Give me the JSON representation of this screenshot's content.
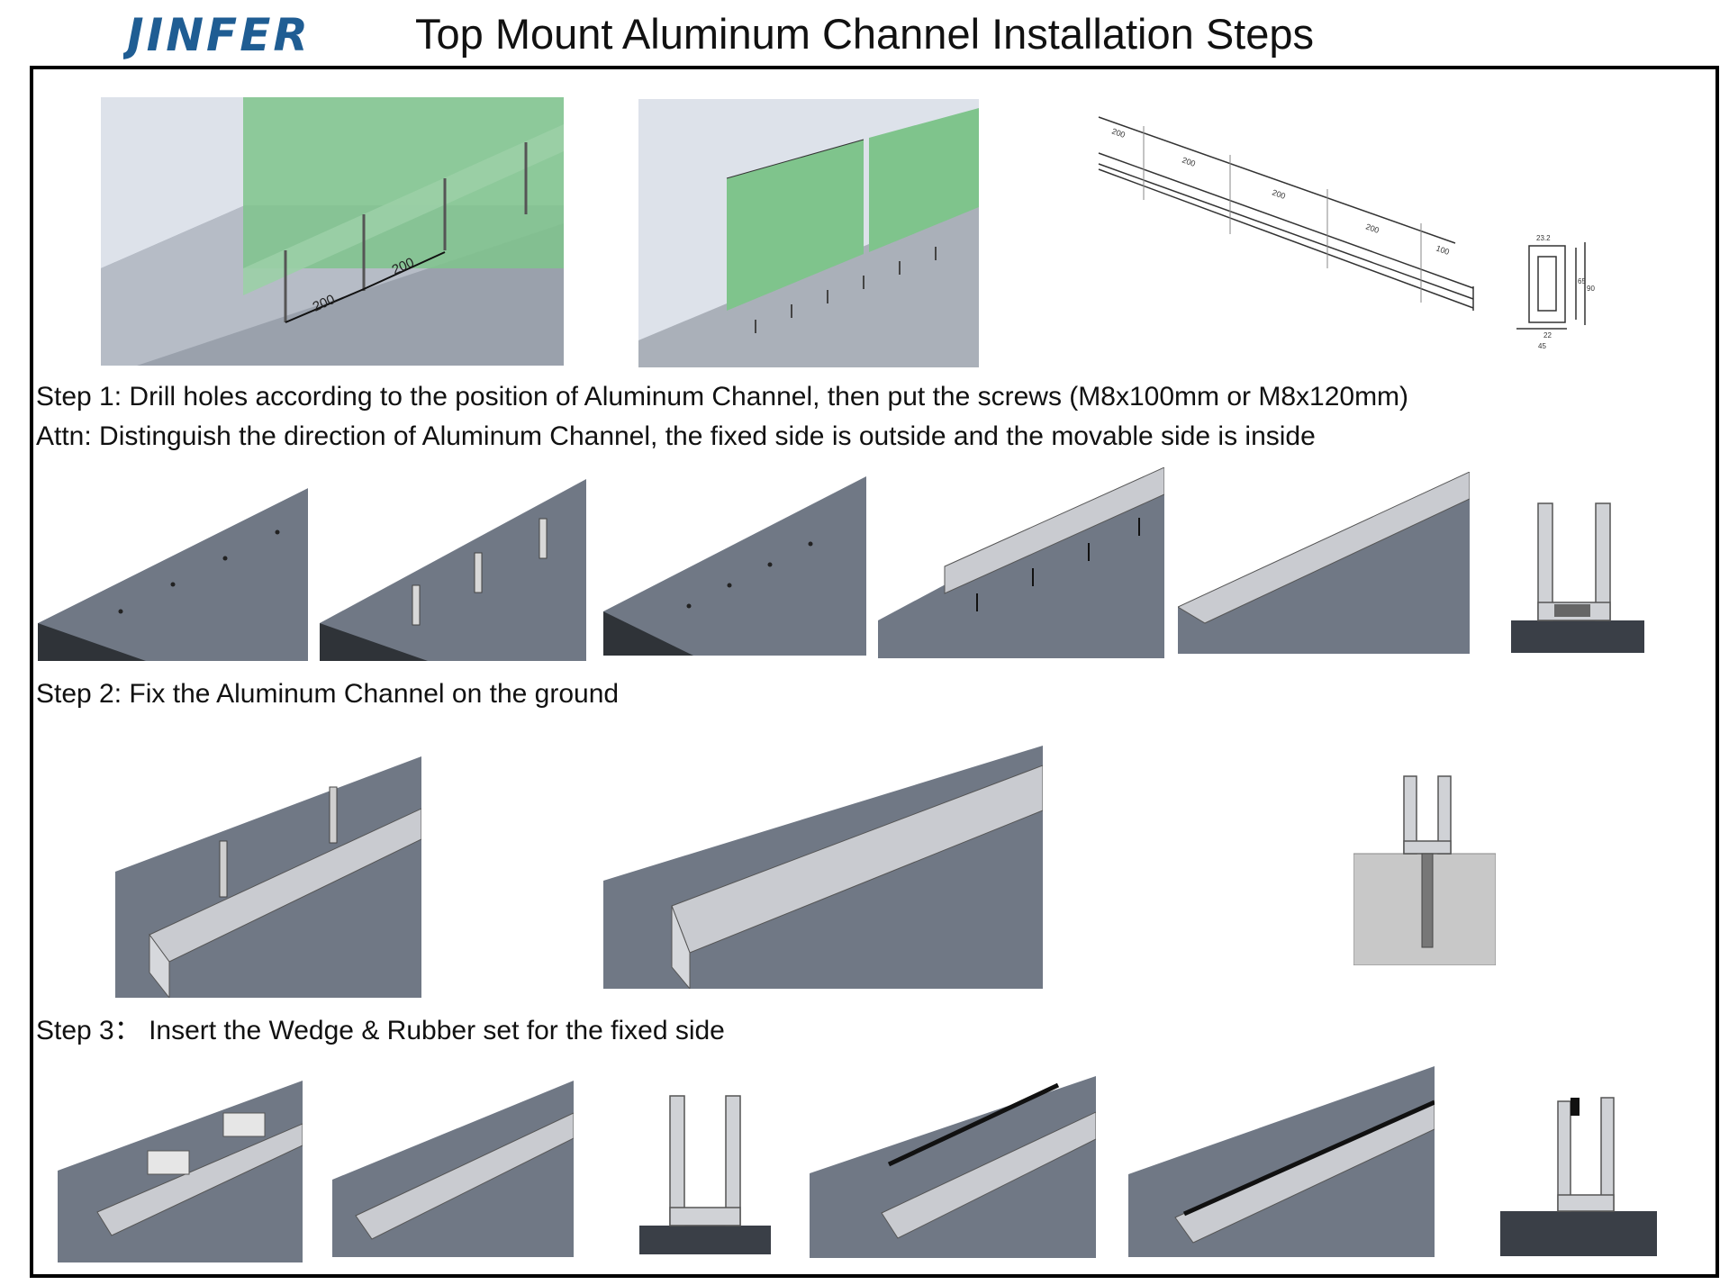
{
  "header": {
    "logo_text": "JINFER",
    "title": "Top Mount Aluminum Channel Installation Steps"
  },
  "steps": {
    "step1_text": "Step 1: Drill holes according to the position of Aluminum Channel, then put the screws (M8x100mm or M8x120mm)",
    "attn_text": "Attn: Distinguish the direction of Aluminum Channel, the fixed side is outside and the movable side is inside",
    "step2_text": "Step 2: Fix the Aluminum Channel on the ground",
    "step3_text": "Step 3： Insert the  Wedge & Rubber set for the fixed side"
  },
  "dimensions": {
    "spacing_1": "200",
    "spacing_2": "200",
    "dim_200": "200",
    "dim_100": "100",
    "dim_23": "23.2",
    "dim_65": "65",
    "dim_90": "90",
    "dim_22": "22",
    "dim_45": "45"
  },
  "colors": {
    "logo_blue": "#1f5d93",
    "glass_green": "#7fc48c",
    "concrete": "#707885",
    "concrete_dark": "#3a3f47",
    "aluminum": "#c9cbd0"
  }
}
